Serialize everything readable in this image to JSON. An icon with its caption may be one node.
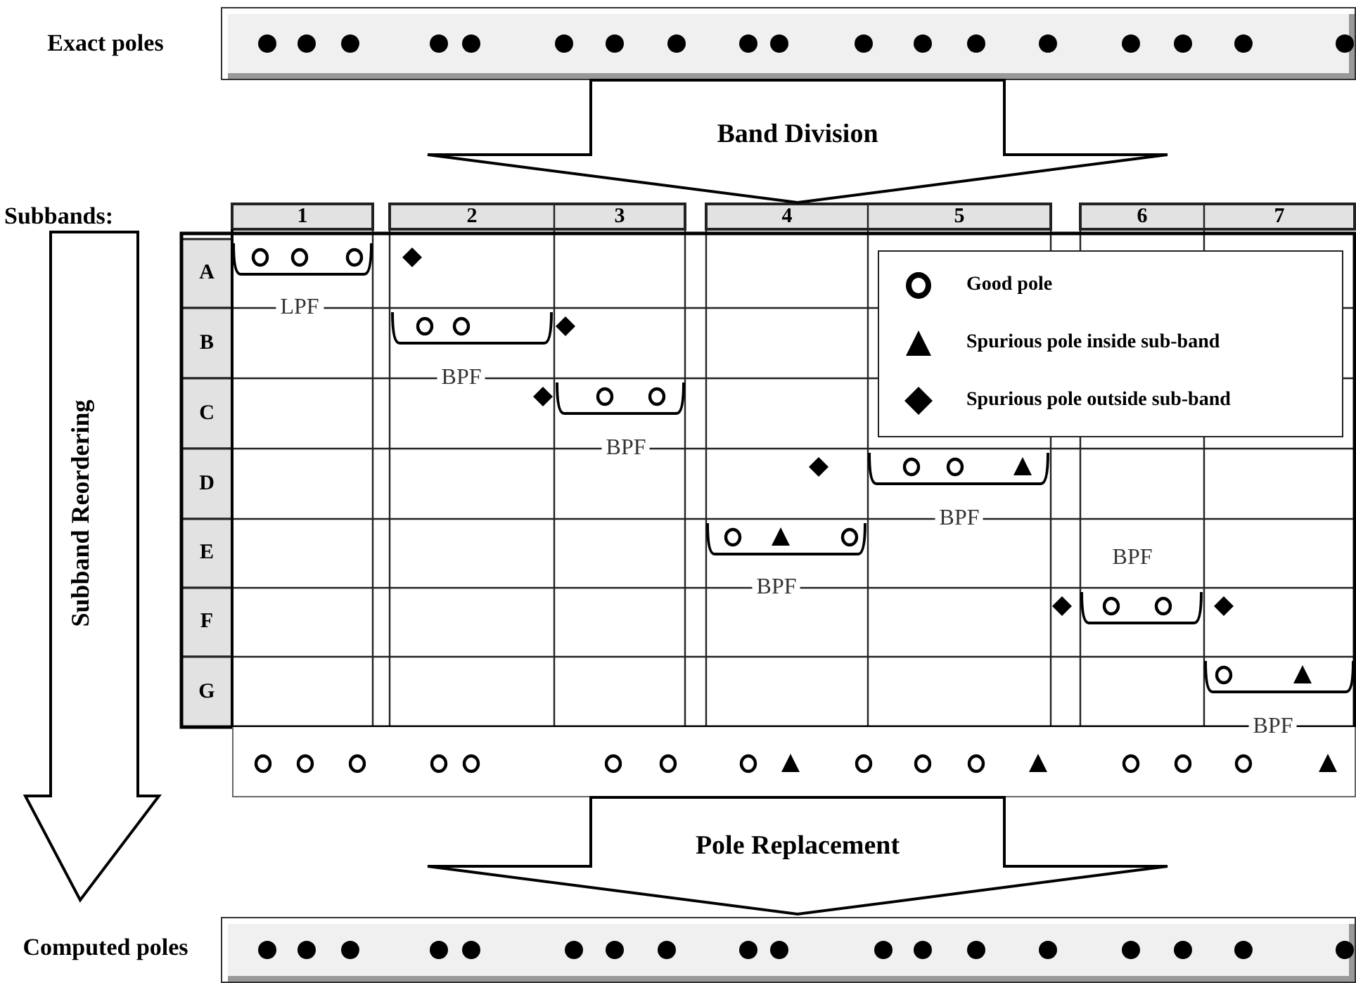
{
  "diagram": {
    "nodes": [
      {
        "text": [
          "Exact poles"
        ]
      },
      {
        "text": [],
        "shape": "box"
      },
      {
        "text": [],
        "shape": "bar"
      },
      {
        "text": [
          "Computed poles"
        ]
      }
    ],
    "edges": [
      {
        "from": 0,
        "to": 1,
        "arrow": "to",
        "label": "Band Division"
      },
      {
        "from": 2,
        "to": 3,
        "arrow": "to",
        "label": "Pole Replacement"
      }
    ],
    "labels": [
      "Subbands:",
      "1",
      "2",
      "3",
      "4",
      "5",
      "6",
      "7",
      "Subband Reordering",
      "A",
      "B",
      "C",
      "D",
      "E",
      "F",
      "G",
      "LPF",
      "BPF",
      "BPF",
      "BPF",
      "BPF",
      "BPF",
      "BPF"
    ],
    "legend": [
      {
        "text": "Good pole"
      },
      {
        "text": "Spurious pole inside sub-band"
      },
      {
        "text": "Spurious pole outside sub-band"
      }
    ]
  }
}
